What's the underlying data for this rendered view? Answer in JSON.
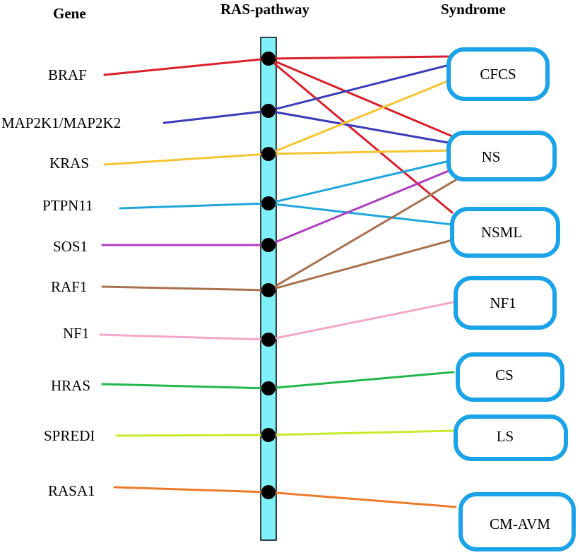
{
  "headers": {
    "gene": "Gene",
    "pathway": "RAS-pathway",
    "syndrome": "Syndrome"
  },
  "genes": [
    {
      "label": "BRAF"
    },
    {
      "label": "MAP2K1/MAP2K2"
    },
    {
      "label": "KRAS"
    },
    {
      "label": "PTPN11"
    },
    {
      "label": "SOS1"
    },
    {
      "label": "RAF1"
    },
    {
      "label": "NF1"
    },
    {
      "label": "HRAS"
    },
    {
      "label": "SPREDI"
    },
    {
      "label": "RASA1"
    }
  ],
  "syndromes": [
    {
      "label": "CFCS"
    },
    {
      "label": "NS"
    },
    {
      "label": "NSML"
    },
    {
      "label": "NF1"
    },
    {
      "label": "CS"
    },
    {
      "label": "LS"
    },
    {
      "label": "CM-AVM"
    }
  ],
  "connections": [
    {
      "gene": 0,
      "syndromes": [
        0,
        1,
        2
      ],
      "color": "#d9202a"
    },
    {
      "gene": 1,
      "syndromes": [
        0,
        1
      ],
      "color": "#3a3bb8"
    },
    {
      "gene": 2,
      "syndromes": [
        0,
        1
      ],
      "color": "#f5c431"
    },
    {
      "gene": 3,
      "syndromes": [
        1,
        2
      ],
      "color": "#1ea6dc"
    },
    {
      "gene": 4,
      "syndromes": [
        1
      ],
      "color": "#ad3fbf"
    },
    {
      "gene": 5,
      "syndromes": [
        1,
        2
      ],
      "color": "#a8714f"
    },
    {
      "gene": 6,
      "syndromes": [
        3
      ],
      "color": "#f2a8c6"
    },
    {
      "gene": 7,
      "syndromes": [
        4
      ],
      "color": "#22b84a"
    },
    {
      "gene": 8,
      "syndromes": [
        5
      ],
      "color": "#c6ea2c"
    },
    {
      "gene": 9,
      "syndromes": [
        6
      ],
      "color": "#ec7a2a"
    }
  ]
}
